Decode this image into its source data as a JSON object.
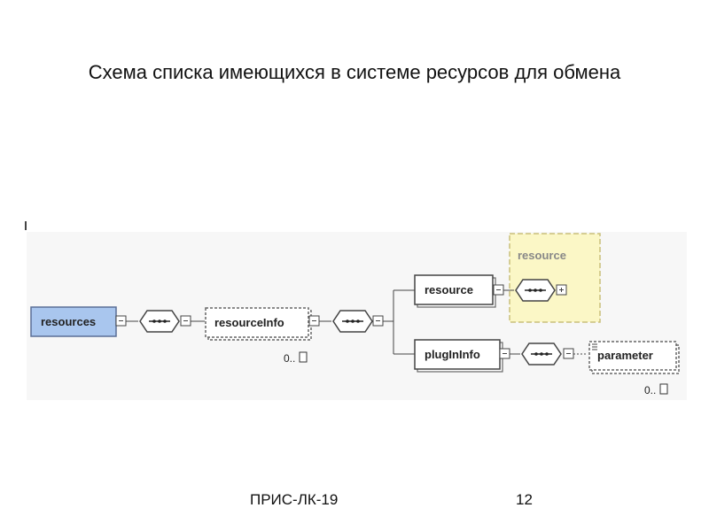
{
  "slide": {
    "title": "Схема списка имеющихся в системе ресурсов для обмена",
    "footer_left": "ПРИС-ЛК-19",
    "page_number": "12"
  },
  "diagram": {
    "nodes": {
      "resources": "resources",
      "resourceInfo": "resourceInfo",
      "resource": "resource",
      "plugInInfo": "plugInInfo",
      "parameter": "parameter",
      "resource_type": "resource"
    },
    "cardinality": {
      "resourceInfo": "0..",
      "parameter": "0.."
    },
    "colors": {
      "root_fill": "#a9c6ee",
      "type_box_fill": "#fbf7c6",
      "type_box_border": "#c9bf7a",
      "line": "#444444"
    }
  }
}
